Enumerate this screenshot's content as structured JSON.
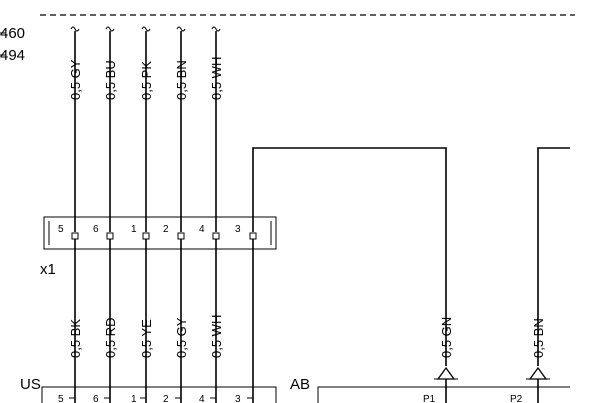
{
  "refs": [
    "460",
    "494"
  ],
  "connector_x1": {
    "label": "x1",
    "pins": [
      "5",
      "6",
      "1",
      "2",
      "4",
      "3"
    ]
  },
  "upper_wires": [
    "0,5 GY",
    "0,5 BU",
    "0,5 PK",
    "0,5 BN",
    "0,5 WH"
  ],
  "lower_wires": [
    "0,5 BK",
    "0,5 RD",
    "0,5 YE",
    "0,5 GY",
    "0,5 WH"
  ],
  "right_wires": [
    "0,5 GN",
    "0,5 BN"
  ],
  "module_us": {
    "label": "US",
    "pins": [
      "5",
      "6",
      "1",
      "2",
      "4",
      "3"
    ]
  },
  "module_ab": {
    "label": "AB",
    "pins": [
      "P1",
      "P2"
    ]
  }
}
